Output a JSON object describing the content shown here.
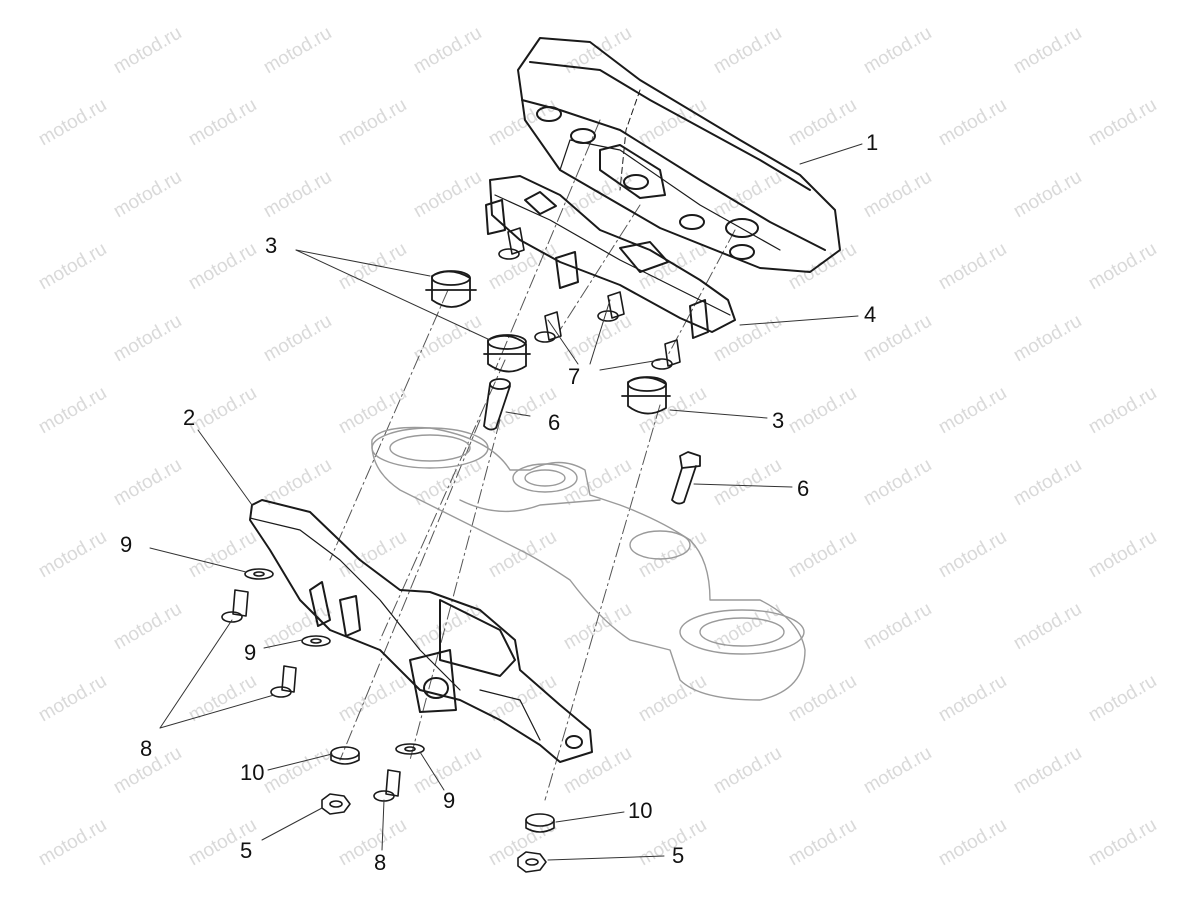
{
  "watermark": "motod.ru",
  "callouts": {
    "c1": "1",
    "c2": "2",
    "c3a": "3",
    "c3b": "3",
    "c4": "4",
    "c5a": "5",
    "c5b": "5",
    "c6a": "6",
    "c6b": "6",
    "c7": "7",
    "c8a": "8",
    "c8b": "8",
    "c9a": "9",
    "c9b": "9",
    "c9c": "9",
    "c10a": "10",
    "c10b": "10"
  }
}
